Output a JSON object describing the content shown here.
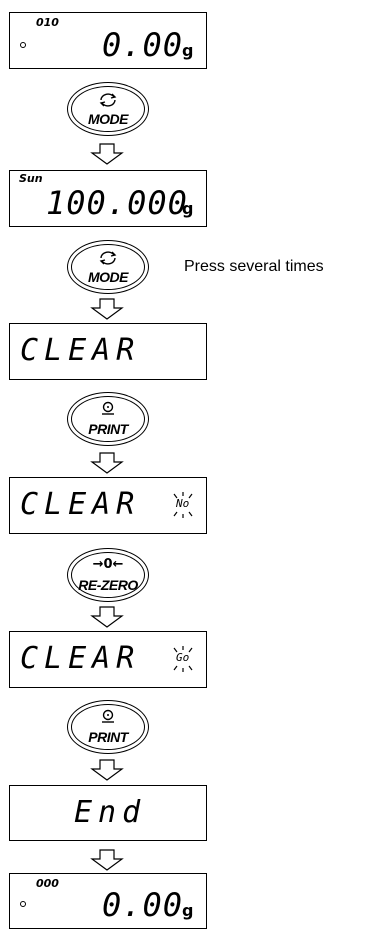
{
  "displays": {
    "d1": {
      "small": "010",
      "main": "0.00",
      "unit": "g"
    },
    "d2": {
      "small": "Sun",
      "main": "100.000",
      "unit": "g"
    },
    "d3": {
      "main": "CLEAR"
    },
    "d4": {
      "main": "CLEAR",
      "blink": "No"
    },
    "d5": {
      "main": "CLEAR",
      "blink": "Go"
    },
    "d6": {
      "main": "End"
    },
    "d7": {
      "small": "000",
      "main": "0.00",
      "unit": "g"
    }
  },
  "buttons": {
    "mode1": {
      "label": "MODE",
      "icon": "cycle-arrows-icon"
    },
    "mode2": {
      "label": "MODE",
      "icon": "cycle-arrows-icon"
    },
    "print1": {
      "label": "PRINT",
      "icon": "print-target-icon"
    },
    "rezero": {
      "label": "RE-ZERO",
      "icon": "zero-arrows-icon",
      "icon_text": "→0←"
    },
    "print2": {
      "label": "PRINT",
      "icon": "print-target-icon"
    }
  },
  "note": "Press several times"
}
